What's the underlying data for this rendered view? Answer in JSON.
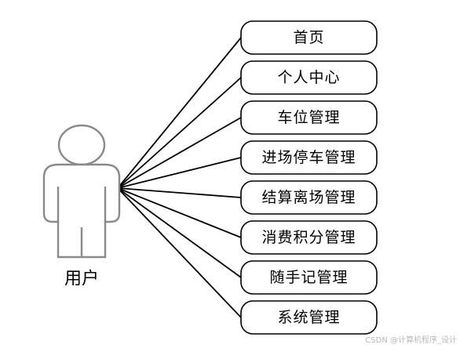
{
  "actor": {
    "label": "用户",
    "icon": "user-actor-icon"
  },
  "use_cases": [
    {
      "label": "首页"
    },
    {
      "label": "个人中心"
    },
    {
      "label": "车位管理"
    },
    {
      "label": "进场停车管理"
    },
    {
      "label": "结算离场管理"
    },
    {
      "label": "消费积分管理"
    },
    {
      "label": "随手记管理"
    },
    {
      "label": "系统管理"
    }
  ],
  "watermark": "CSDN @计算机程序_设计",
  "colors": {
    "line": "#000000",
    "actor_outline": "#8a8a8a",
    "box_border": "#000000",
    "watermark": "#b8b8b8"
  }
}
